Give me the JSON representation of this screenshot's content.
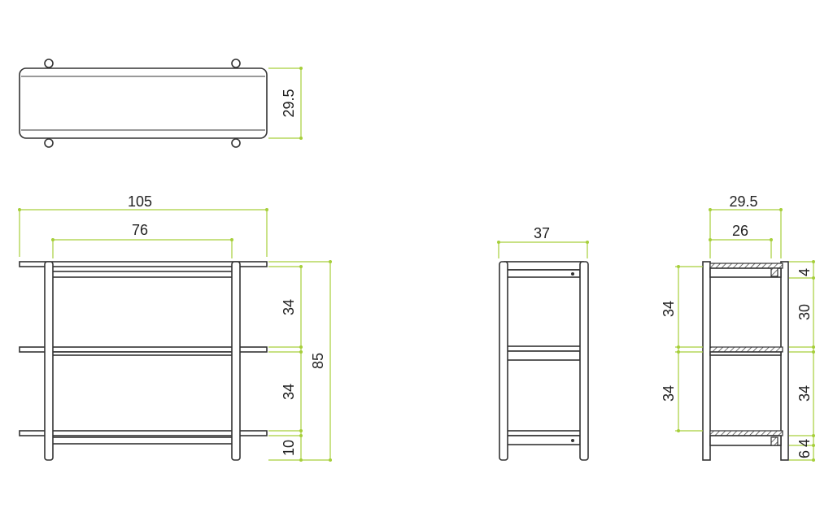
{
  "colors": {
    "dimension_line": "#a6cf3a",
    "outline": "#333333",
    "text": "#222222"
  },
  "dimensions": {
    "top_view_depth": "29.5",
    "front_total_width": "105",
    "front_inner_width": "76",
    "front_total_height": "85",
    "front_gap_upper": "34",
    "front_gap_lower": "34",
    "front_bottom_clearance": "10",
    "side_width": "37",
    "section_outer_depth": "29.5",
    "section_inner_depth": "26",
    "section_left_gap_upper": "34",
    "section_left_gap_lower": "34",
    "section_right_top": "4",
    "section_right_upper": "30",
    "section_right_lower": "34",
    "section_right_bottom_a": "6",
    "section_right_bottom_b": "4"
  }
}
